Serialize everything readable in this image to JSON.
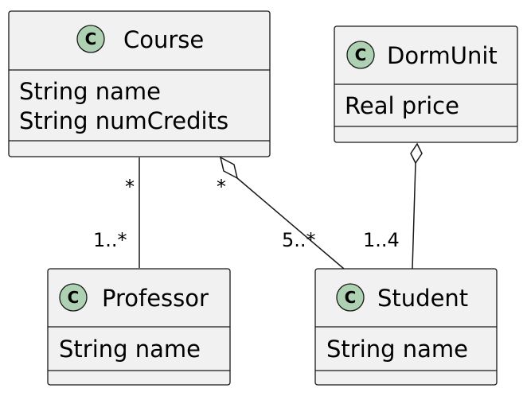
{
  "classes": {
    "course": {
      "badge": "C",
      "name": "Course",
      "attributes": [
        "String name",
        "String numCredits"
      ]
    },
    "dorm_unit": {
      "badge": "C",
      "name": "DormUnit",
      "attributes": [
        "Real price"
      ]
    },
    "professor": {
      "badge": "C",
      "name": "Professor",
      "attributes": [
        "String name"
      ]
    },
    "student": {
      "badge": "C",
      "name": "Student",
      "attributes": [
        "String name"
      ]
    }
  },
  "relations": {
    "course_professor": {
      "source_multiplicity": "*",
      "target_multiplicity": "1..*"
    },
    "course_student": {
      "source_multiplicity": "*",
      "target_multiplicity": "5..*"
    },
    "dormunit_student": {
      "target_multiplicity": "1..4"
    }
  },
  "colors": {
    "class_fill": "#f1f1f1",
    "badge_fill": "#add1b2",
    "border": "#181818"
  }
}
